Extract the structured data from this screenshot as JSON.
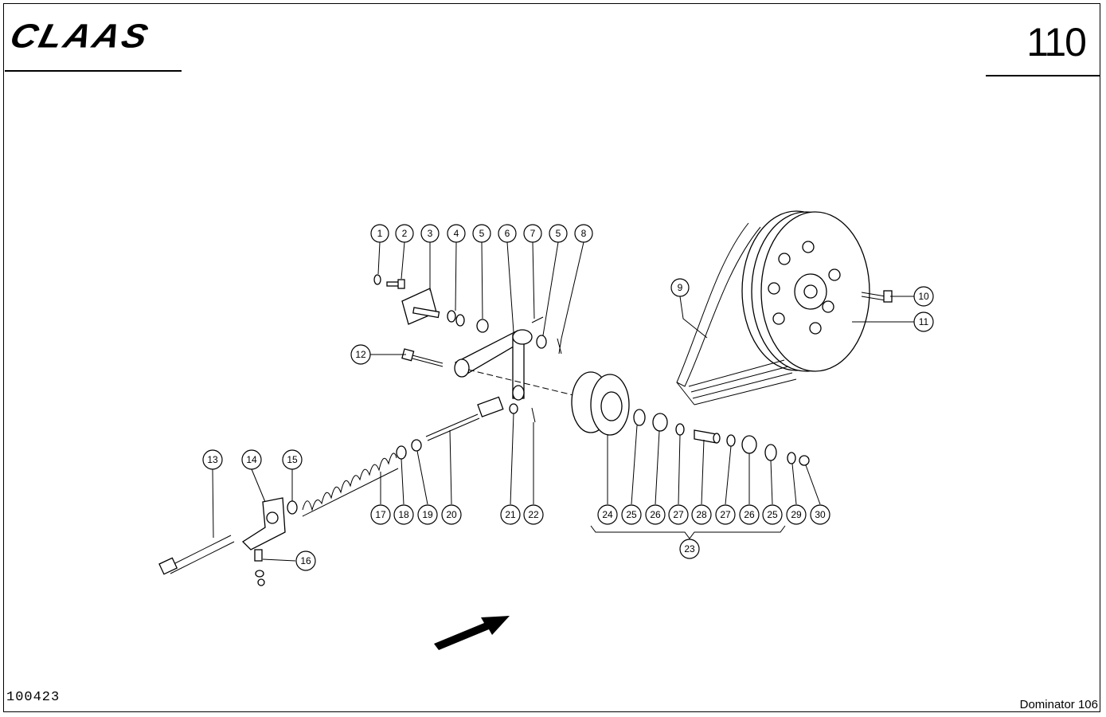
{
  "header": {
    "logo_text": "CLAAS",
    "page_number": "110"
  },
  "footer": {
    "document_id": "100423",
    "model": "Dominator 106"
  },
  "callouts": [
    {
      "id": "c1",
      "label": "1"
    },
    {
      "id": "c2",
      "label": "2"
    },
    {
      "id": "c3",
      "label": "3"
    },
    {
      "id": "c4",
      "label": "4"
    },
    {
      "id": "c5a",
      "label": "5"
    },
    {
      "id": "c6",
      "label": "6"
    },
    {
      "id": "c7",
      "label": "7"
    },
    {
      "id": "c5b",
      "label": "5"
    },
    {
      "id": "c8",
      "label": "8"
    },
    {
      "id": "c9",
      "label": "9"
    },
    {
      "id": "c10",
      "label": "10"
    },
    {
      "id": "c11",
      "label": "11"
    },
    {
      "id": "c12",
      "label": "12"
    },
    {
      "id": "c13",
      "label": "13"
    },
    {
      "id": "c14",
      "label": "14"
    },
    {
      "id": "c15",
      "label": "15"
    },
    {
      "id": "c16",
      "label": "16"
    },
    {
      "id": "c17",
      "label": "17"
    },
    {
      "id": "c18",
      "label": "18"
    },
    {
      "id": "c19",
      "label": "19"
    },
    {
      "id": "c20",
      "label": "20"
    },
    {
      "id": "c21",
      "label": "21"
    },
    {
      "id": "c22",
      "label": "22"
    },
    {
      "id": "c23",
      "label": "23"
    },
    {
      "id": "c24",
      "label": "24"
    },
    {
      "id": "c25a",
      "label": "25"
    },
    {
      "id": "c26a",
      "label": "26"
    },
    {
      "id": "c27a",
      "label": "27"
    },
    {
      "id": "c28",
      "label": "28"
    },
    {
      "id": "c27b",
      "label": "27"
    },
    {
      "id": "c26b",
      "label": "26"
    },
    {
      "id": "c25b",
      "label": "25"
    },
    {
      "id": "c29",
      "label": "29"
    },
    {
      "id": "c30",
      "label": "30"
    }
  ]
}
